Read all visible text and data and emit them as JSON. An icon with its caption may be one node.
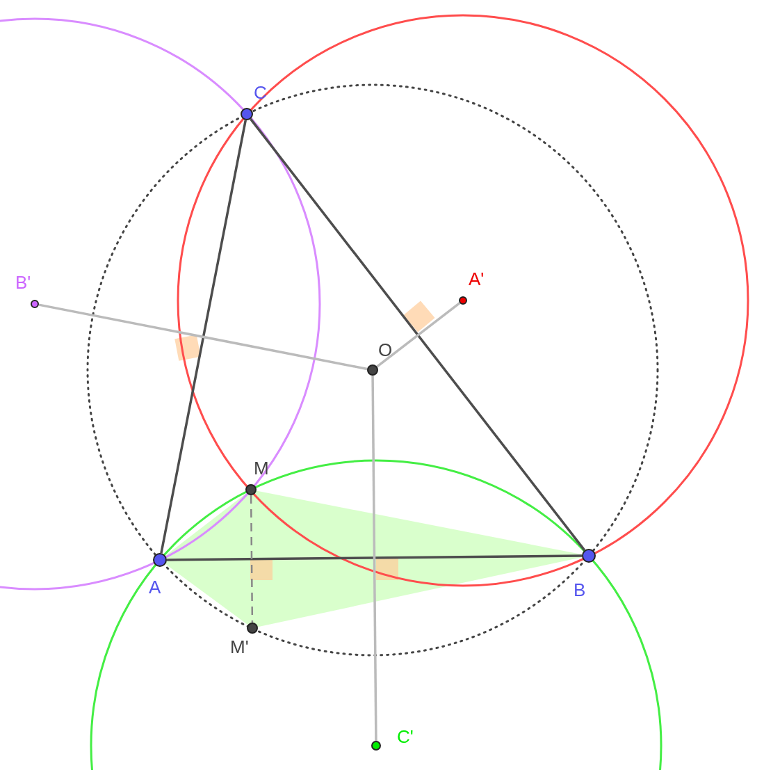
{
  "diagram": {
    "nodes": [
      {
        "text": [
          "C"
        ]
      },
      {
        "text": [
          "B'"
        ]
      },
      {
        "text": [
          "A'"
        ]
      },
      {
        "text": [
          "O"
        ]
      },
      {
        "text": [
          "M"
        ]
      },
      {
        "text": [
          "A"
        ]
      },
      {
        "text": [
          "B"
        ]
      },
      {
        "text": [
          "M'"
        ]
      },
      {
        "text": [
          "C'"
        ]
      }
    ],
    "edges": [
      {
        "from": 5,
        "to": 6,
        "arrow": "none"
      },
      {
        "from": 6,
        "to": 0,
        "arrow": "none"
      },
      {
        "from": 0,
        "to": 5,
        "arrow": "none"
      },
      {
        "from": 3,
        "to": 2,
        "arrow": "none",
        "color": "#bbbbbb"
      },
      {
        "from": 3,
        "to": 1,
        "arrow": "none",
        "color": "#bbbbbb"
      },
      {
        "from": 3,
        "to": 8,
        "arrow": "none",
        "color": "#bbbbbb"
      },
      {
        "from": 4,
        "to": 7,
        "arrow": "none",
        "style": "dashed",
        "color": "#888888"
      }
    ]
  }
}
